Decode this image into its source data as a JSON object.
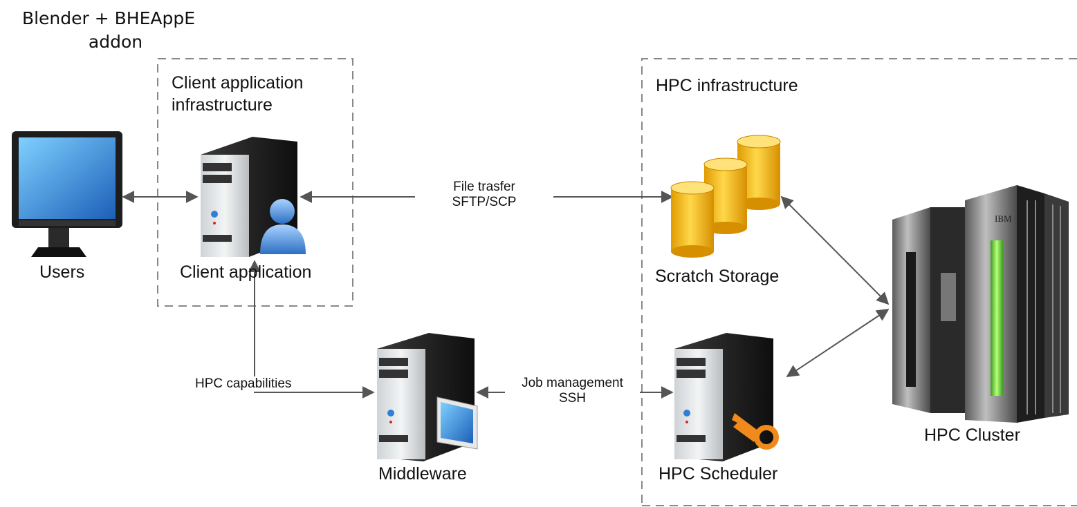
{
  "title": {
    "line1": "Blender + BHEAppE",
    "line2": "addon"
  },
  "groups": {
    "client_infra": {
      "label_line1": "Client application",
      "label_line2": "infrastructure"
    },
    "hpc_infra": {
      "label": "HPC infrastructure"
    }
  },
  "nodes": {
    "users": {
      "label": "Users",
      "icon": "monitor-icon"
    },
    "client_app": {
      "label": "Client application",
      "icon": "server-user-icon"
    },
    "middleware": {
      "label": "Middleware",
      "icon": "server-monitor-icon"
    },
    "scratch_storage": {
      "label": "Scratch Storage",
      "icon": "database-cylinders-icon"
    },
    "hpc_scheduler": {
      "label": "HPC Scheduler",
      "icon": "server-key-icon"
    },
    "hpc_cluster": {
      "label": "HPC Cluster",
      "icon": "ibm-cluster-icon",
      "brand": "IBM"
    }
  },
  "edges": {
    "file_transfer": {
      "line1": "File trasfer",
      "line2": "SFTP/SCP"
    },
    "hpc_capabilities": {
      "label": "HPC capabilities"
    },
    "job_management": {
      "line1": "Job management",
      "line2": "SSH"
    }
  },
  "colors": {
    "dashed_border": "#888888",
    "arrow": "#555555",
    "server_dark": "#2a2a2a",
    "storage_gold": "#f2b705",
    "screen_blue": "#2f7fd6",
    "key_orange": "#f08a1c",
    "cluster_green": "#6fcf3f"
  }
}
